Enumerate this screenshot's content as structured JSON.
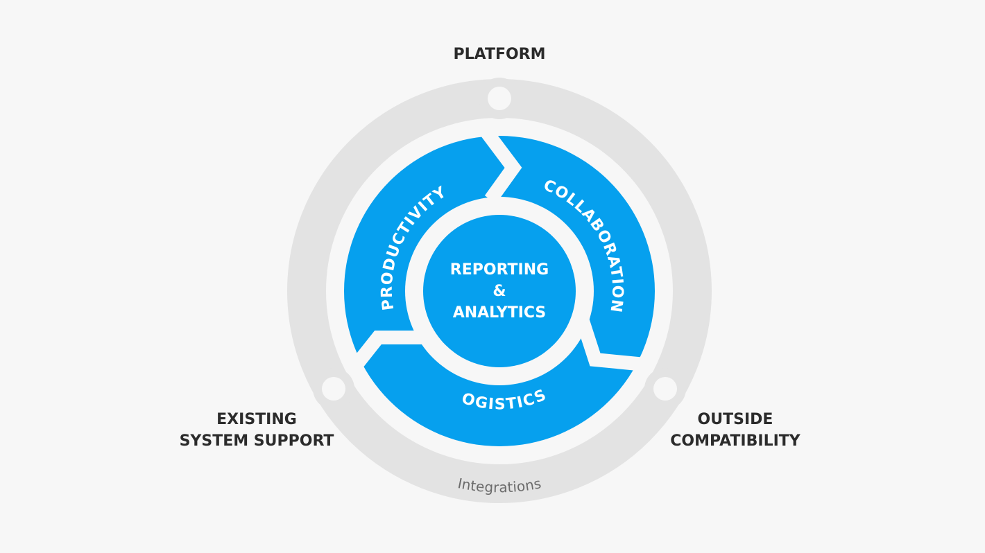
{
  "outer_labels": {
    "platform": "PLATFORM",
    "existing_line1": "EXISTING",
    "existing_line2": "SYSTEM SUPPORT",
    "outside_line1": "OUTSIDE",
    "outside_line2": "COMPATIBILITY"
  },
  "ring_label": "Integrations",
  "segments": {
    "productivity": "PRODUCTIVITY",
    "collaboration": "COLLABORATION",
    "logistics": "LOGISTICS"
  },
  "center": {
    "line1": "REPORTING",
    "line2": "&",
    "line3": "ANALYTICS"
  },
  "colors": {
    "background": "#f7f7f7",
    "ring": "#e3e3e3",
    "segment_blue": "#06a0ee",
    "label_dark": "#2b2b2b",
    "ring_text": "#6b6b6b"
  }
}
